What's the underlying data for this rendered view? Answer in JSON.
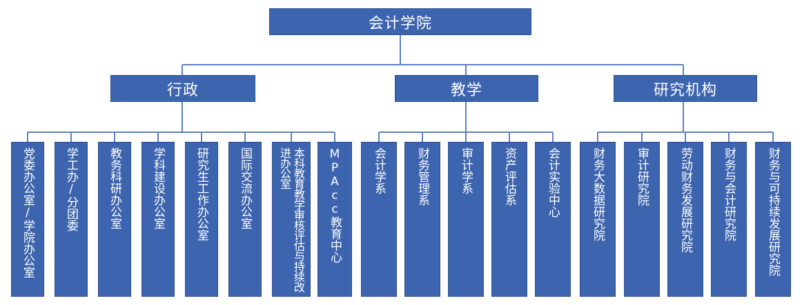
{
  "root": {
    "label": "会计学院"
  },
  "branches": [
    {
      "label": "行政",
      "children": [
        "党委办公室/学院办公室",
        "学工办/分团委",
        "教务科研办公室",
        "学科建设办公室",
        "研究生工作办公室",
        "国际交流办公室",
        "本科教育教学审核评估与持续改进办公室",
        "MPAcc教育中心"
      ]
    },
    {
      "label": "教学",
      "children": [
        "会计学系",
        "财务管理系",
        "审计学系",
        "资产评估系",
        "会计实验中心"
      ]
    },
    {
      "label": "研究机构",
      "children": [
        "财务大数据研究院",
        "审计研究院",
        "劳动财务发展研究院",
        "财务与会计研究院",
        "财务与可持续发展研究院"
      ]
    }
  ],
  "colors": {
    "box_fill": "#3d64ae",
    "box_border": "#2b4f8f",
    "line": "#5b80c2",
    "text": "#ffffff"
  }
}
